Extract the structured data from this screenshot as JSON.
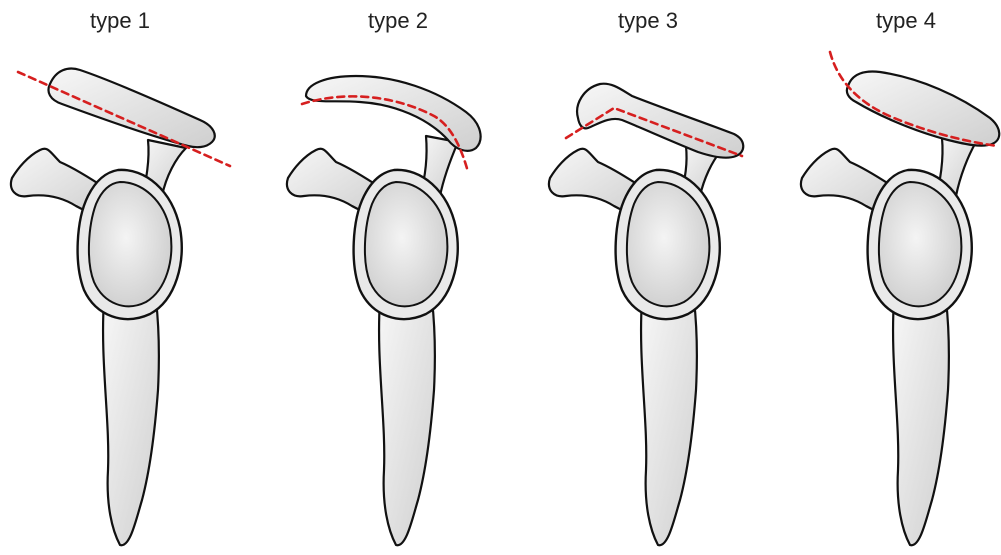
{
  "figure": {
    "panels": [
      {
        "label": "type 1",
        "acromion_shape": "flat"
      },
      {
        "label": "type 2",
        "acromion_shape": "curved"
      },
      {
        "label": "type 3",
        "acromion_shape": "hooked"
      },
      {
        "label": "type 4",
        "acromion_shape": "convex"
      }
    ],
    "colors": {
      "outline": "#111111",
      "fill_light": "#f7f7f7",
      "fill_dark": "#cfcfcf",
      "guide_line": "#d61f1f"
    }
  }
}
